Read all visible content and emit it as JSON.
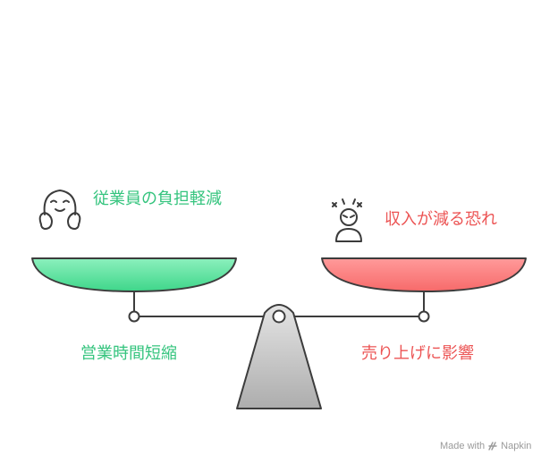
{
  "labels": {
    "left_top": "従業員の負担軽減",
    "right_top": "収入が減る恐れ",
    "left_bottom": "営業時間短縮",
    "right_bottom": "売り上げに影響"
  },
  "credit": {
    "made_with": "Made with",
    "brand": "Napkin"
  },
  "icons": {
    "left": "happy-face-icon",
    "right": "stressed-person-icon",
    "brand": "napkin-logo-icon"
  },
  "colors": {
    "green": "#35c47e",
    "green_fill": "#6ee6a8",
    "red": "#ec5454",
    "red_fill": "#ff8080",
    "stand": "#c4c4c4",
    "outline": "#3c3c3c"
  }
}
